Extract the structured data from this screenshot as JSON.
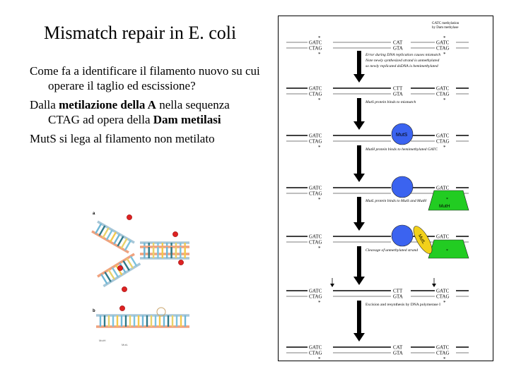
{
  "slide": {
    "title": "Mismatch repair in E. coli",
    "bullets": [
      {
        "parts": [
          {
            "text": "Come fa a identificare il filamento nuovo su cui operare il taglio ed escissione?",
            "bold": false
          }
        ]
      },
      {
        "parts": [
          {
            "text": "Dalla ",
            "bold": false
          },
          {
            "text": "metilazione della A",
            "bold": true
          },
          {
            "text": " nella sequenza CTAG ad opera della ",
            "bold": false
          },
          {
            "text": "Dam metilasi",
            "bold": true
          }
        ]
      },
      {
        "parts": [
          {
            "text": "MutS si lega al filamento non metilato",
            "bold": false
          }
        ]
      }
    ]
  },
  "figure_left": {
    "panel_labels": [
      "a",
      "b"
    ],
    "labels": [
      "MutH",
      "MutL"
    ]
  },
  "figure_right": {
    "header": [
      "GATC  methylation",
      "by Dam methylase"
    ],
    "steps": [
      {
        "left_top": "GATC",
        "left_bot": "CTAG",
        "mid_top": "CAT",
        "mid_bot": "GTA",
        "right_top": "GATC",
        "right_bot": "CTAG"
      },
      {
        "left_top": "GATC",
        "left_bot": "CTAG",
        "mid_top": "CTT",
        "mid_bot": "GTA",
        "right_top": "GATC",
        "right_bot": "CTAG"
      },
      {
        "left_top": "GATC",
        "left_bot": "CTAG",
        "mid_top": "",
        "mid_bot": "",
        "right_top": "GATC",
        "right_bot": "CTAG"
      },
      {
        "left_top": "GATC",
        "left_bot": "CTAG",
        "mid_top": "",
        "mid_bot": "",
        "right_top": "GATC",
        "right_bot": ""
      },
      {
        "left_top": "GATC",
        "left_bot": "CTAG",
        "mid_top": "",
        "mid_bot": "",
        "right_top": "GATC",
        "right_bot": ""
      },
      {
        "left_top": "GATC",
        "left_bot": "CTAG",
        "mid_top": "CTT",
        "mid_bot": "GTA",
        "right_top": "GATC",
        "right_bot": "CTAG"
      },
      {
        "left_top": "GATC",
        "left_bot": "CTAG",
        "mid_top": "CAT",
        "mid_bot": "GTA",
        "right_top": "GATC",
        "right_bot": "CTAG"
      }
    ],
    "captions": [
      [
        "Error during DNA replication causes mismatch",
        "Note newly synthesized strand is unmethylated",
        "so newly replicated dsDNA is hemimethylated"
      ],
      [
        "MutS protein binds to mismatch"
      ],
      [
        "MutH protein binds to hemimethylated GATC"
      ],
      [
        "MutL protein binds to MutS and MutH"
      ],
      [
        "Cleavage of unmethylated strand"
      ],
      [
        "Excision and resynthesis by DNA polymerase I"
      ]
    ],
    "protein_labels": {
      "muts": "MutS",
      "muth": "MutH",
      "mutl": "MutL"
    },
    "methyl_mark": "*",
    "colors": {
      "muts": "#3b63f0",
      "muth": "#22cc22",
      "mutl": "#f2d11a"
    }
  }
}
